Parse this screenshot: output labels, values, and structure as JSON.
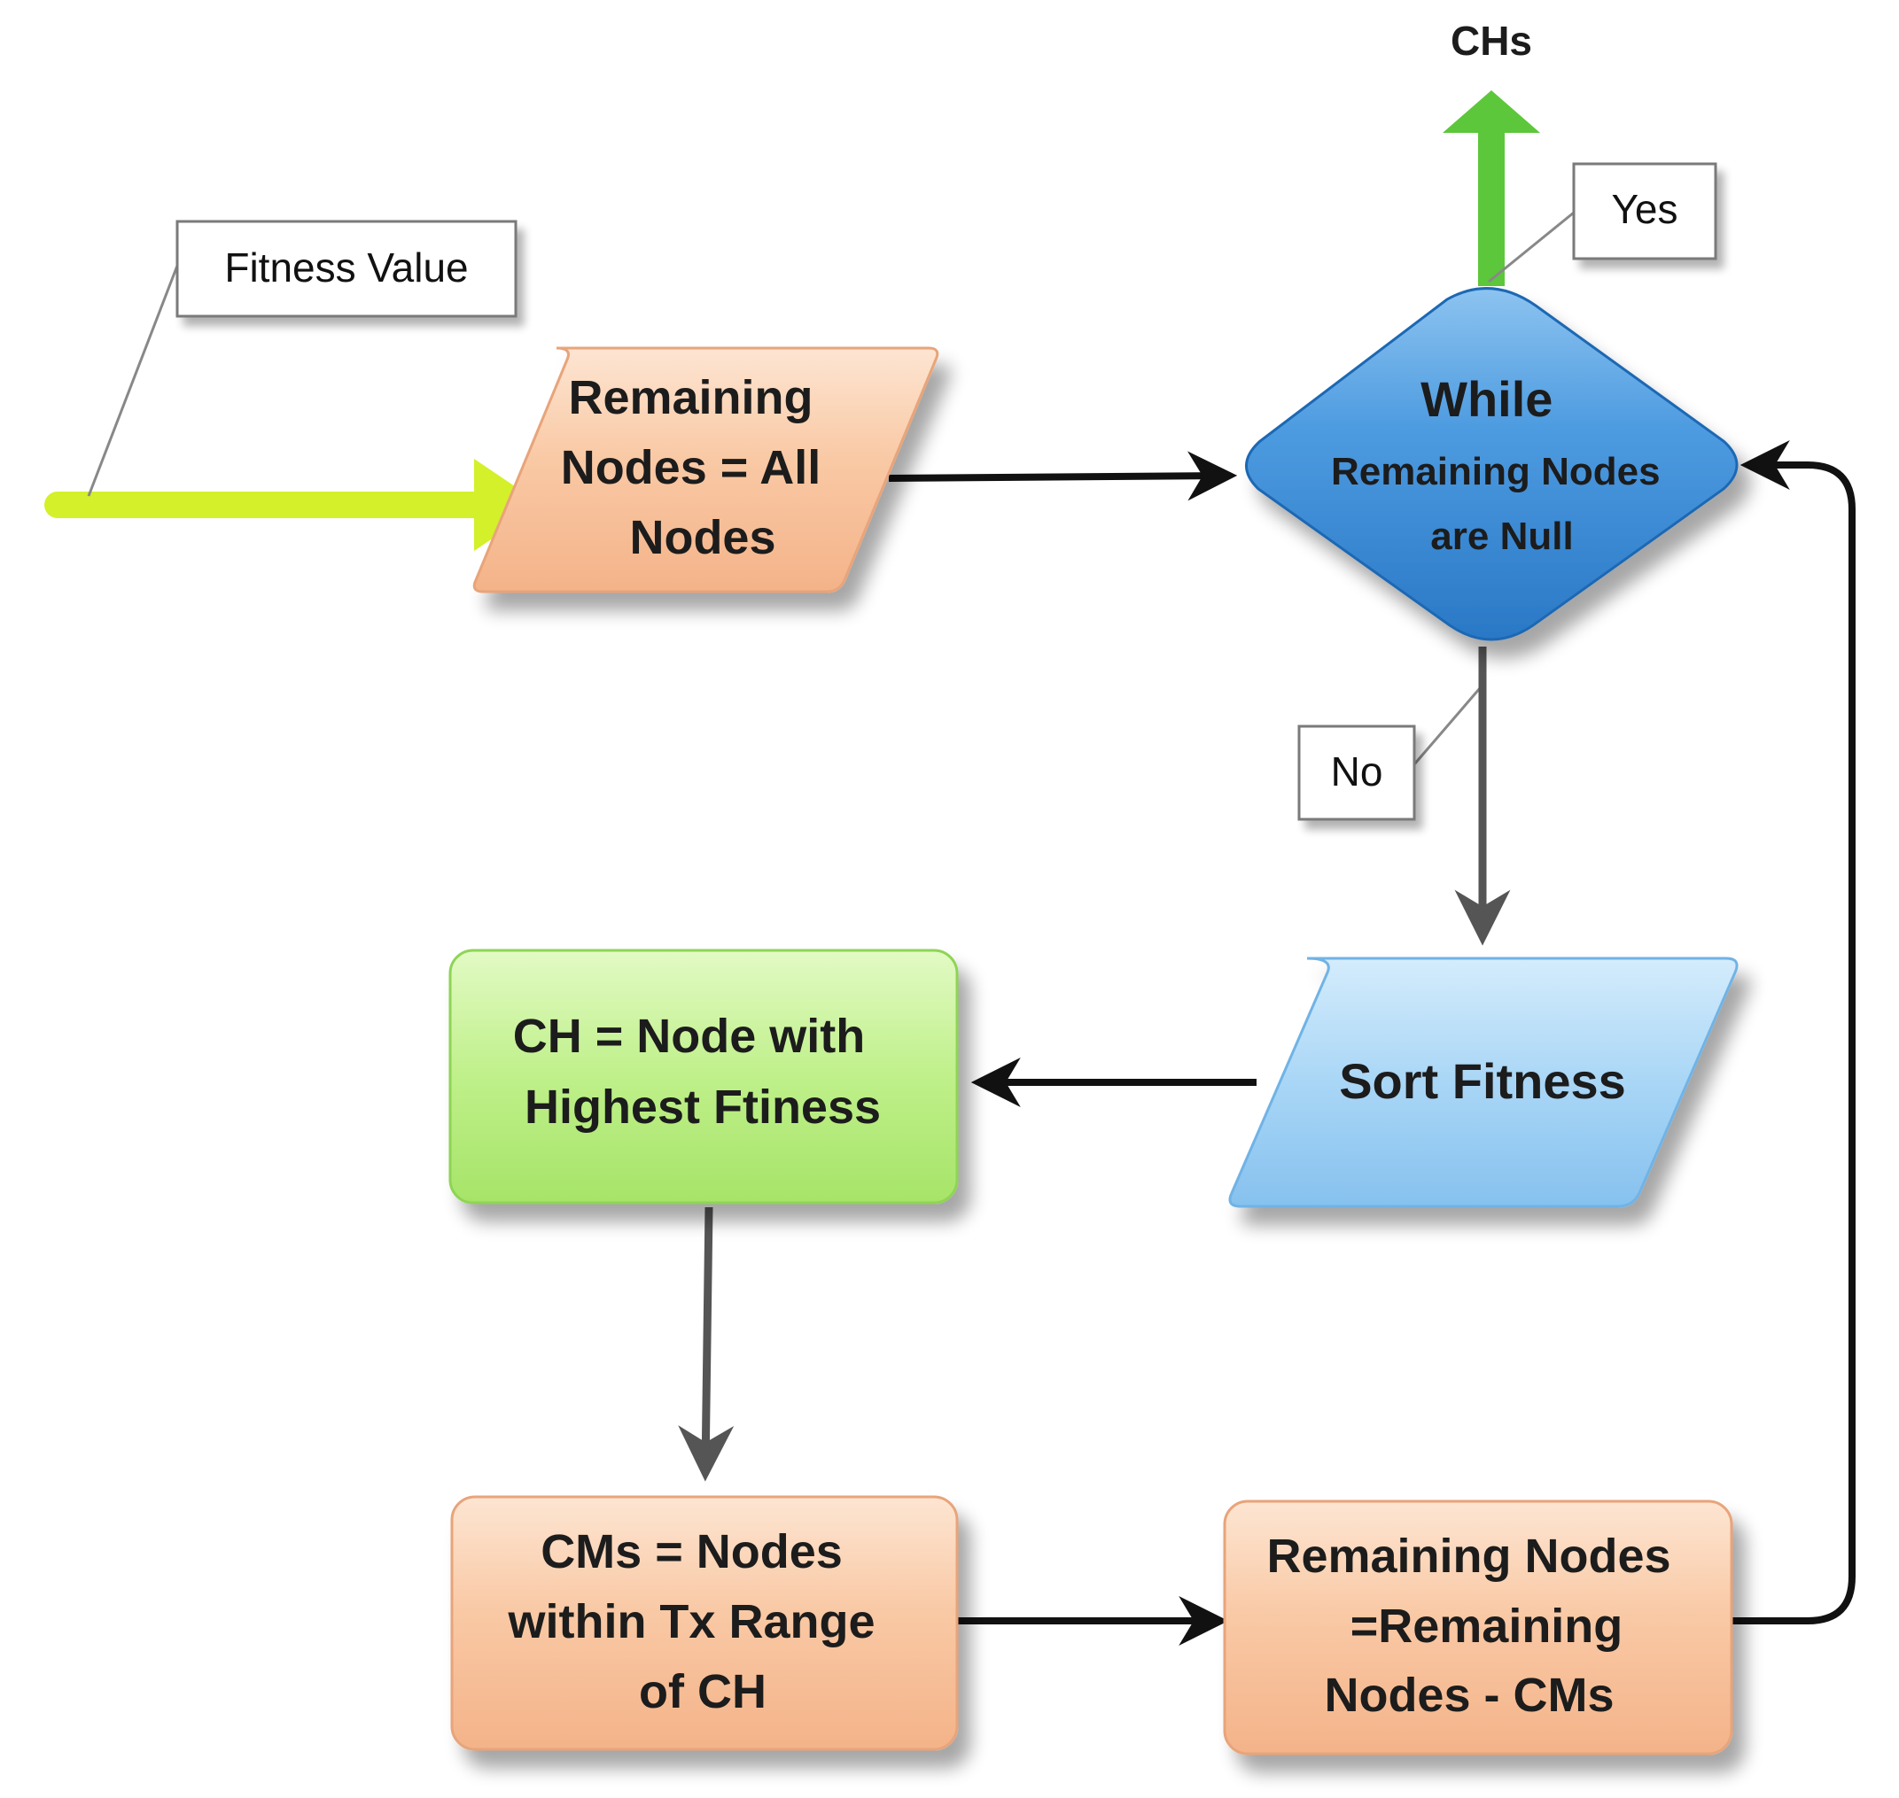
{
  "diagram": {
    "output": {
      "text": "CHs"
    },
    "notes": {
      "fitness": "Fitness Value",
      "yes": "Yes",
      "no": "No"
    },
    "nodes": {
      "init": {
        "lines": [
          "Remaining",
          "Nodes  = All",
          "Nodes"
        ]
      },
      "decision": {
        "lines": [
          "While",
          "Remaining Nodes",
          "are Null"
        ]
      },
      "sort": {
        "lines": [
          "Sort Fitness"
        ]
      },
      "select_ch": {
        "lines": [
          "CH = Node with",
          "Highest Ftiness"
        ]
      },
      "cms": {
        "lines": [
          "CMs = Nodes",
          "within Tx Range",
          "of CH"
        ]
      },
      "update": {
        "lines": [
          "Remaining Nodes",
          "=Remaining",
          "Nodes - CMs"
        ]
      }
    },
    "colors": {
      "input_arrow": "#d4f02a",
      "output_arrow": "#5cc73a",
      "orange_fill": "#f9c9a5",
      "blue_decision": "#3f8fd6",
      "light_blue": "#a9d6f6",
      "green_box": "#bff08a",
      "arrow_black": "#111111",
      "arrow_gray": "#555555"
    }
  }
}
